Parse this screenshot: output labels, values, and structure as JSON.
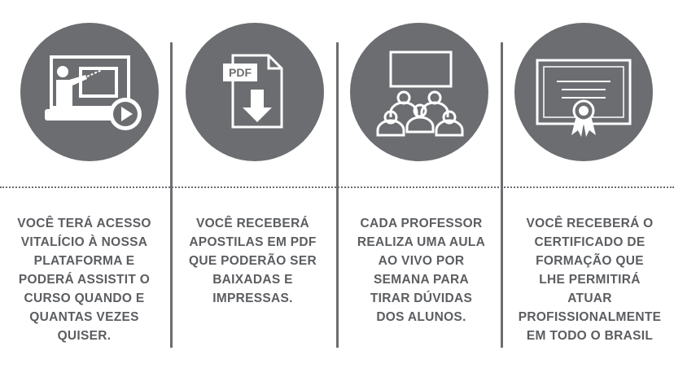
{
  "colors": {
    "accent_gray": "#6b6d70",
    "text_gray": "#5b5d60",
    "background": "#ffffff"
  },
  "features": [
    {
      "icon": "video-lesson-icon",
      "lines": [
        "VOCÊ TERÁ ACESSO",
        "VITALÍCIO À NOSSA",
        "PLATAFORMA E",
        "PODERÁ ASSISTIT O",
        "CURSO QUANDO E",
        "QUANTAS VEZES",
        "QUISER."
      ]
    },
    {
      "icon": "pdf-download-icon",
      "icon_label": "PDF",
      "lines": [
        "VOCÊ RECEBERÁ",
        "APOSTILAS EM PDF",
        "QUE PODERÃO SER",
        "BAIXADAS E",
        "IMPRESSAS."
      ]
    },
    {
      "icon": "live-class-audience-icon",
      "lines": [
        "CADA PROFESSOR",
        "REALIZA UMA AULA",
        "AO VIVO POR",
        "SEMANA PARA",
        "TIRAR DÚVIDAS",
        "DOS ALUNOS."
      ]
    },
    {
      "icon": "certificate-icon",
      "lines": [
        "VOCÊ RECEBERÁ O",
        "CERTIFICADO DE",
        "FORMAÇÃO QUE",
        "LHE PERMITIRÁ",
        "ATUAR",
        "PROFISSIONALMENTE",
        "EM TODO O BRASIL"
      ]
    }
  ]
}
